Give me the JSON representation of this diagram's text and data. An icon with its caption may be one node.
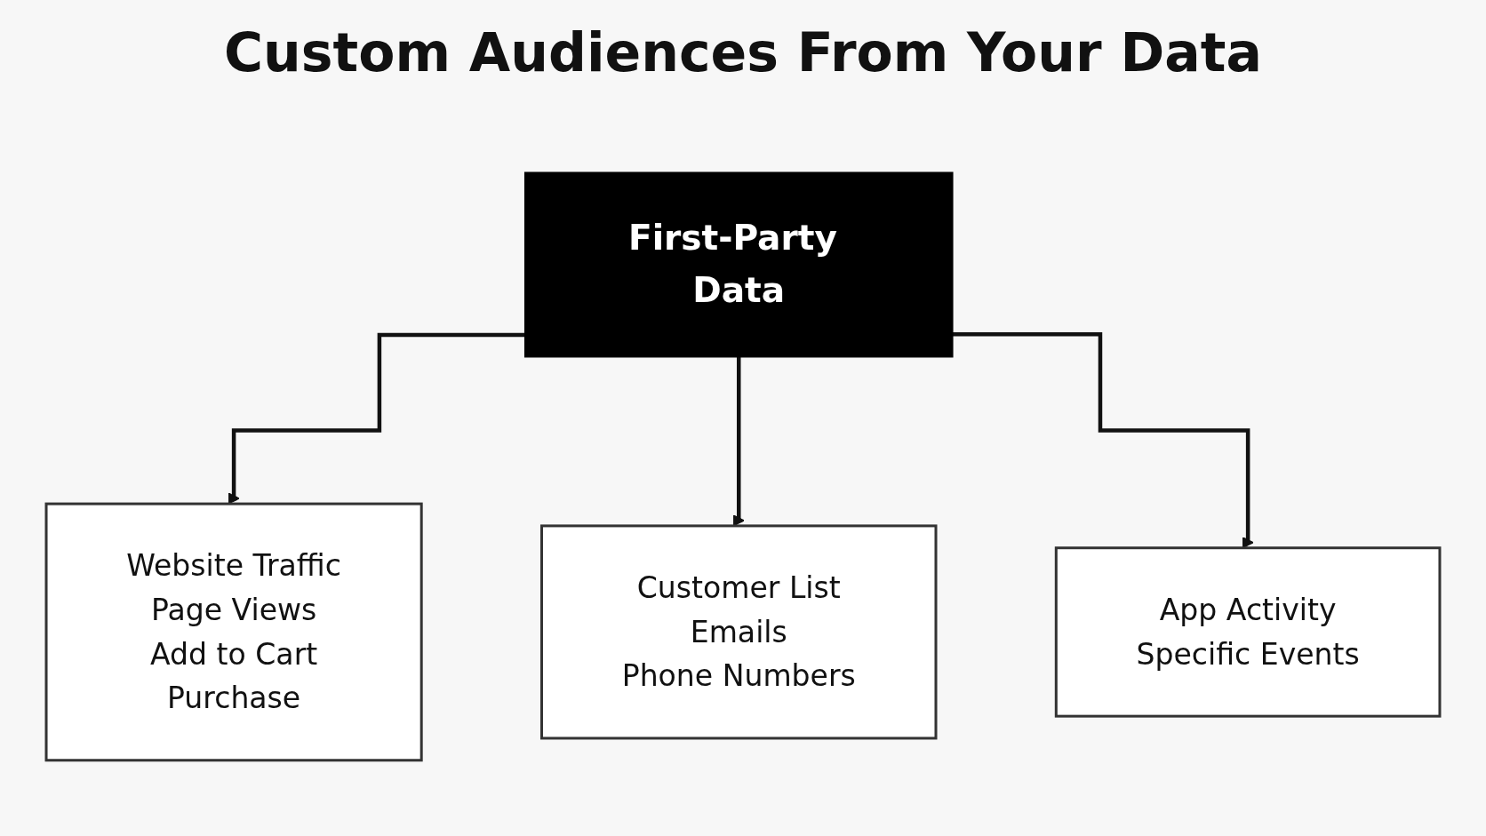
{
  "diagram": {
    "title": "Custom Audiences From Your Data",
    "nodes": [
      {
        "text": [
          "First-Party Data"
        ]
      },
      {
        "text": [
          "Website Traffic",
          "Page Views",
          "Add to Cart",
          "Purchase"
        ]
      },
      {
        "text": [
          "Customer List",
          "Emails",
          "Phone Numbers"
        ]
      },
      {
        "text": [
          "App Activity",
          "Specific Events"
        ]
      }
    ],
    "edges": [
      {
        "from": 0,
        "to": 1,
        "arrow": "to"
      },
      {
        "from": 0,
        "to": 2,
        "arrow": "to"
      },
      {
        "from": 0,
        "to": 3,
        "arrow": "to"
      }
    ]
  }
}
